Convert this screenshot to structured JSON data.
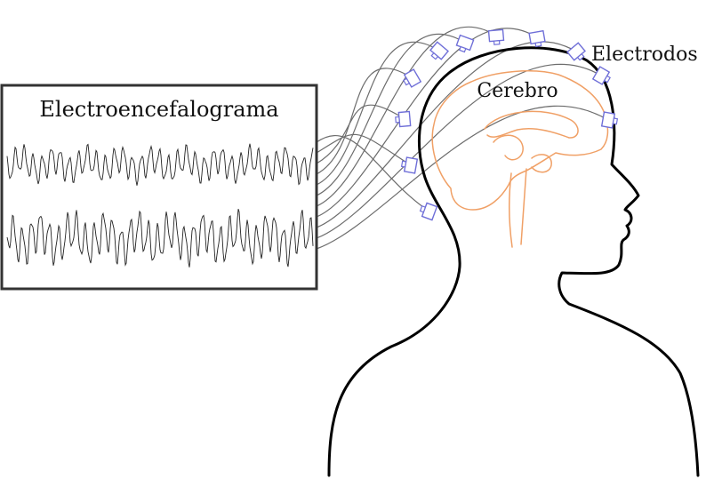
{
  "labels": {
    "eeg": "Electroencefalograma",
    "brain": "Cerebro",
    "electrodes": "Electrodos"
  },
  "colors": {
    "outline": "#000000",
    "brain": "#f0a066",
    "electrode": "#6f6fd8",
    "wire": "#6d6d6d",
    "trace": "#222222"
  },
  "electrode_count": 11,
  "trace_count": 2
}
